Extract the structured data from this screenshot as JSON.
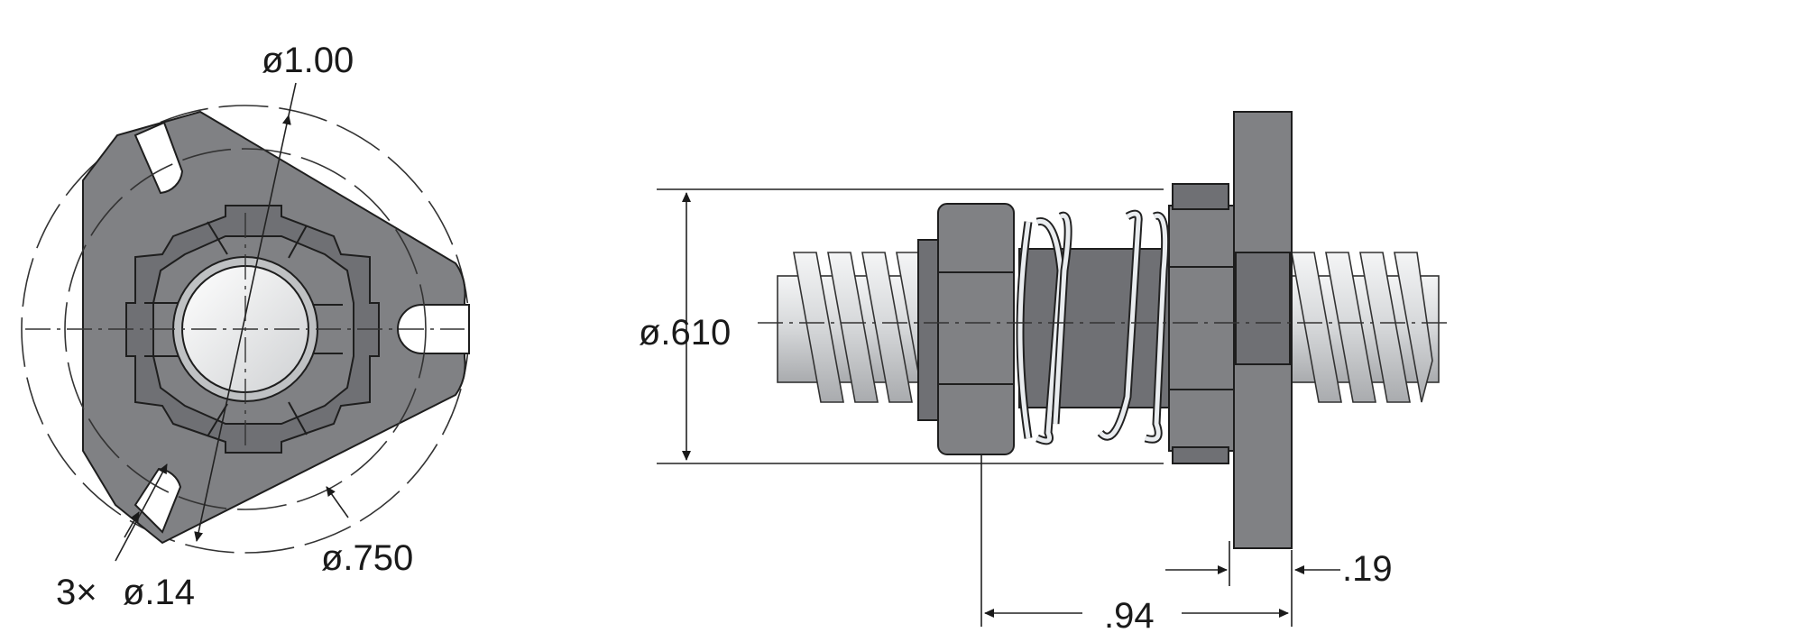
{
  "dimensions": {
    "outer_diameter": "ø1.00",
    "bolt_circle": "ø.750",
    "holes_count": "3×",
    "hole_diameter": "ø.14",
    "body_diameter": "ø.610",
    "length": ".94",
    "flange_thickness": ".19"
  },
  "colors": {
    "body": "#808184",
    "body_dark": "#6f7074",
    "thread": "#d8dadc",
    "line": "#1e1e1e"
  }
}
